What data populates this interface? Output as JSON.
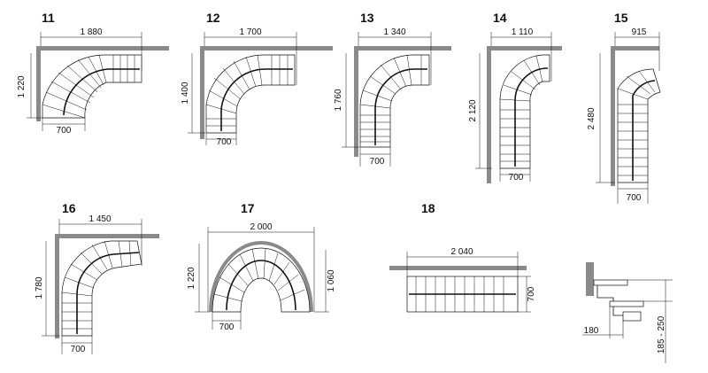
{
  "diagrams": [
    {
      "number": "11",
      "width_label": "1 880",
      "height_label": "1 220",
      "base_label": "700"
    },
    {
      "number": "12",
      "width_label": "1 700",
      "height_label": "1 400",
      "base_label": "700"
    },
    {
      "number": "13",
      "width_label": "1 340",
      "height_label": "1 760",
      "base_label": "700"
    },
    {
      "number": "14",
      "width_label": "1 110",
      "height_label": "2 120",
      "base_label": "700"
    },
    {
      "number": "15",
      "width_label": "915",
      "height_label": "2 480",
      "base_label": "700"
    },
    {
      "number": "16",
      "width_label": "1 450",
      "height_label": "1 780",
      "base_label": "700"
    },
    {
      "number": "17",
      "width_label": "2 000",
      "height_label": "1 220",
      "right_label": "1 060",
      "base_label": "700"
    },
    {
      "number": "18",
      "width_label": "2 040",
      "side_label": "700"
    }
  ],
  "detail": {
    "step_label": "180",
    "rise_label": "185 - 250"
  },
  "colors": {
    "wall": "#8a8a8a",
    "line": "#111111"
  }
}
